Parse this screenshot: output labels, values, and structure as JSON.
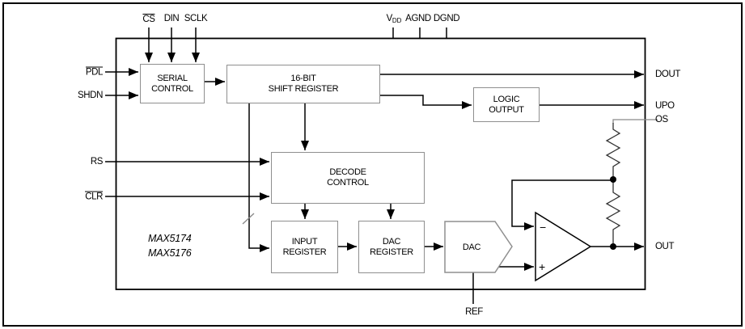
{
  "diagram": {
    "part_names": [
      "MAX5174",
      "MAX5176"
    ],
    "pins": {
      "top": [
        {
          "label": "CS",
          "overline": true
        },
        {
          "label": "DIN",
          "overline": false
        },
        {
          "label": "SCLK",
          "overline": false
        },
        {
          "label": "V",
          "sub": "DD",
          "overline": false
        },
        {
          "label": "AGND",
          "overline": false
        },
        {
          "label": "DGND",
          "overline": false
        }
      ],
      "left": [
        {
          "label": "PDL",
          "overline": true
        },
        {
          "label": "SHDN",
          "overline": false
        },
        {
          "label": "RS",
          "overline": false
        },
        {
          "label": "CLR",
          "overline": true
        }
      ],
      "right": [
        {
          "label": "DOUT"
        },
        {
          "label": "UPO"
        },
        {
          "label": "OS"
        },
        {
          "label": "OUT"
        }
      ],
      "bottom": [
        {
          "label": "REF"
        }
      ]
    },
    "blocks": {
      "serial_control": "SERIAL\nCONTROL",
      "shift_register": "16-BIT\nSHIFT REGISTER",
      "logic_output": "LOGIC\nOUTPUT",
      "decode_control": "DECODE\nCONTROL",
      "input_register": "INPUT\nREGISTER",
      "dac_register": "DAC\nREGISTER",
      "dac": "DAC"
    },
    "opamp": {
      "minus": "−",
      "plus": "+"
    },
    "colors": {
      "wire": "#000000",
      "block_border": "#8f8f8f",
      "gray_wire": "#8a8a8a",
      "background": "#ffffff"
    }
  }
}
